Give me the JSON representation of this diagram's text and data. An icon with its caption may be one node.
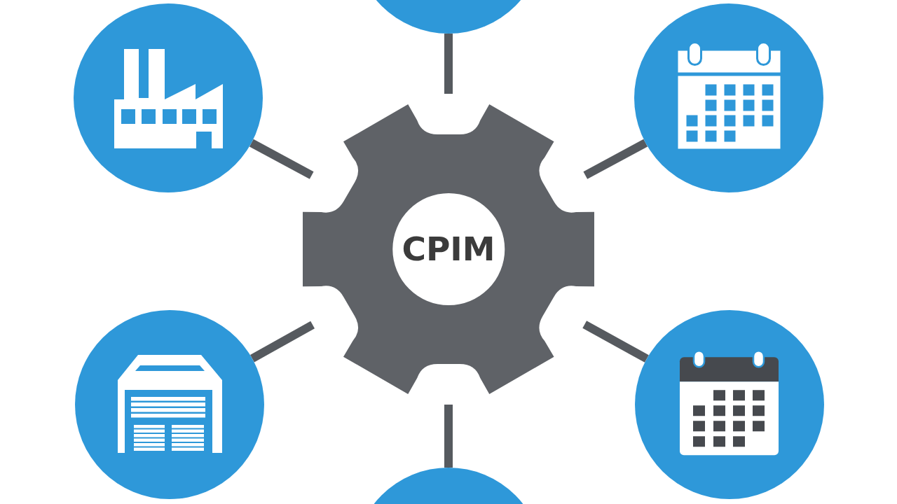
{
  "diagram": {
    "nodes": [
      {
        "text": [],
        "shape": "circle"
      },
      {
        "text": [],
        "shape": "circle"
      },
      {
        "text": [],
        "shape": "circle"
      },
      {
        "text": [
          "CPIM"
        ]
      },
      {
        "text": [],
        "shape": "circle"
      },
      {
        "text": [],
        "shape": "circle"
      },
      {
        "text": [],
        "shape": "circle"
      }
    ],
    "edges": [
      {
        "from": 3,
        "to": 0,
        "arrow": "none"
      },
      {
        "from": 3,
        "to": 1,
        "arrow": "none"
      },
      {
        "from": 3,
        "to": 2,
        "arrow": "none"
      },
      {
        "from": 3,
        "to": 4,
        "arrow": "none"
      },
      {
        "from": 3,
        "to": 5,
        "arrow": "none"
      },
      {
        "from": 3,
        "to": 6,
        "arrow": "none"
      }
    ]
  }
}
